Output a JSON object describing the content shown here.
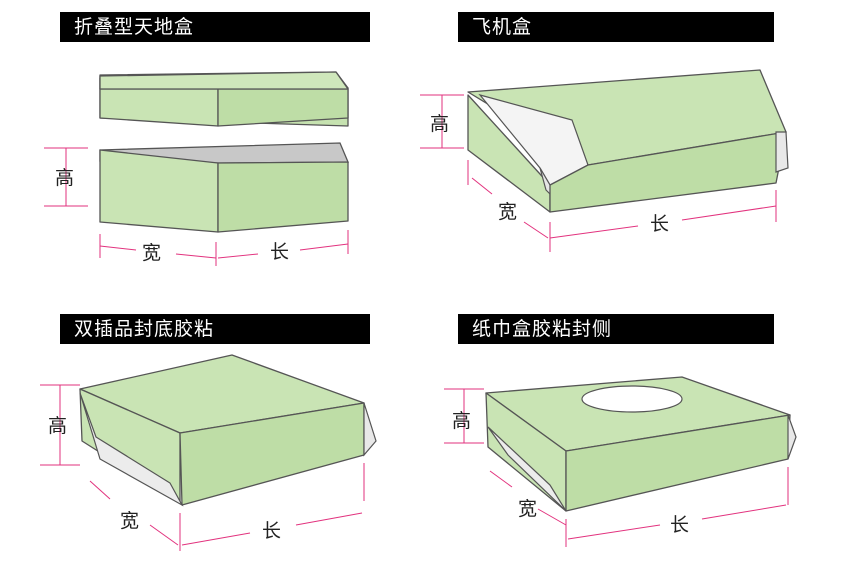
{
  "colors": {
    "box_face": "#c9e4b4",
    "box_side": "#bedda6",
    "box_inner": "#c8c8c8",
    "dimension_line": "#e2327e",
    "title_bar": "#000000",
    "title_text": "#ffffff"
  },
  "panels": [
    {
      "id": "folding-lid-base-box",
      "title": "折叠型天地盒",
      "labels": {
        "height": "高",
        "width": "宽",
        "length": "长"
      }
    },
    {
      "id": "airplane-box",
      "title": "飞机盒",
      "labels": {
        "height": "高",
        "width": "宽",
        "length": "长"
      }
    },
    {
      "id": "double-tuck-glued-bottom",
      "title": "双插品封底胶粘",
      "labels": {
        "height": "高",
        "width": "宽",
        "length": "长"
      }
    },
    {
      "id": "tissue-box-glued-side",
      "title": "纸巾盒胶粘封侧",
      "labels": {
        "height": "高",
        "width": "宽",
        "length": "长"
      }
    }
  ]
}
